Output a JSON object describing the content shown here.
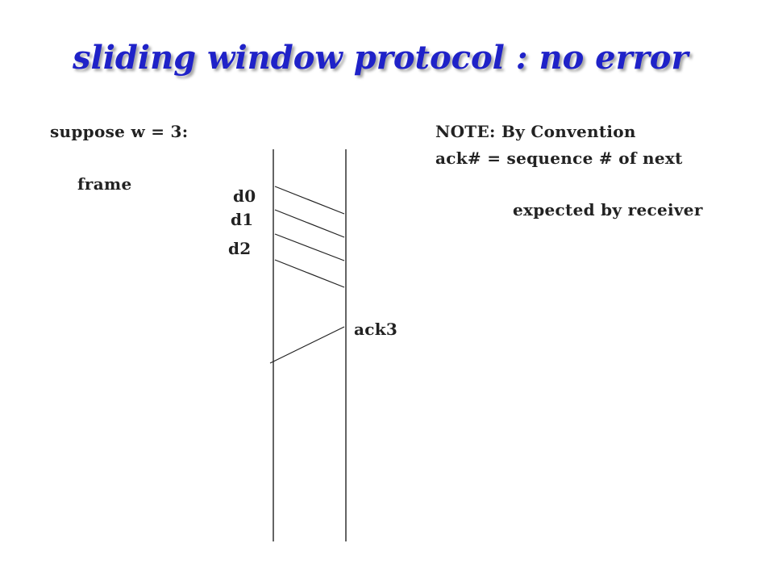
{
  "title": "sliding window protocol : no error",
  "title_color": "#1f22c8",
  "setup_text": "suppose w = 3:",
  "frame_label": "frame",
  "frames": [
    "d0",
    "d1",
    "d2"
  ],
  "ack_label": "ack3",
  "note": {
    "line1": "NOTE: By Convention",
    "line2": "ack# = sequence # of next",
    "line3": "expected by receiver"
  }
}
